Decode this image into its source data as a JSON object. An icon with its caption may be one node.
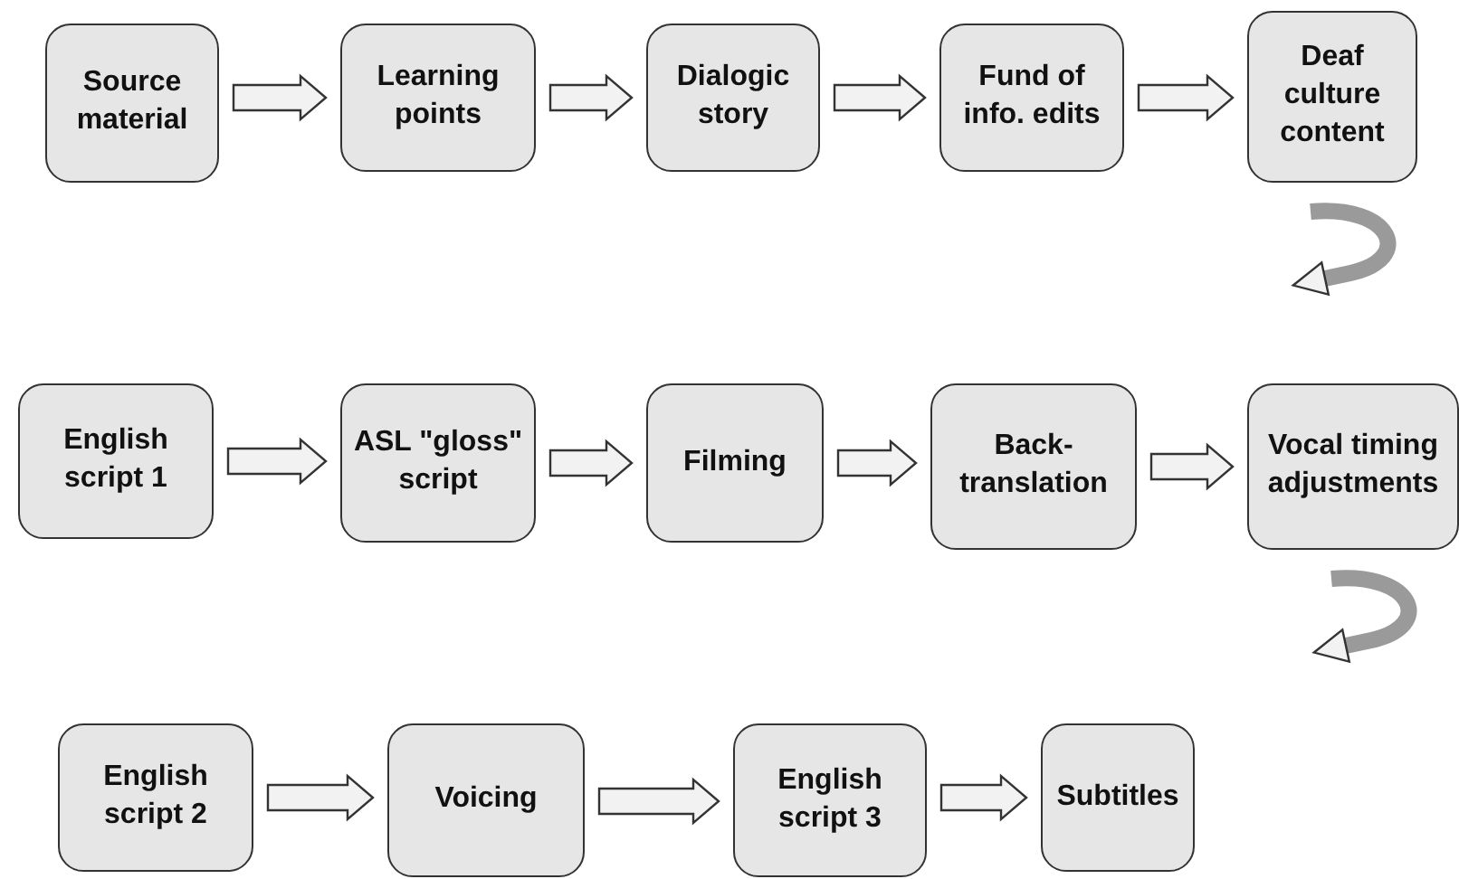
{
  "diagram": {
    "nodes": [
      {
        "text": [
          "Source material"
        ]
      },
      {
        "text": [
          "Learning points"
        ]
      },
      {
        "text": [
          "Dialogic story"
        ]
      },
      {
        "text": [
          "Fund of info. edits"
        ]
      },
      {
        "text": [
          "Deaf culture content"
        ]
      },
      {
        "text": [
          "English script 1"
        ]
      },
      {
        "text": [
          "ASL \"gloss\" script"
        ]
      },
      {
        "text": [
          "Filming"
        ]
      },
      {
        "text": [
          "Back-translation"
        ]
      },
      {
        "text": [
          "Vocal timing adjustments"
        ]
      },
      {
        "text": [
          "English script 2"
        ]
      },
      {
        "text": [
          "Voicing"
        ]
      },
      {
        "text": [
          "English script 3"
        ]
      },
      {
        "text": [
          "Subtitles"
        ]
      }
    ],
    "edges": [
      {
        "from": 0,
        "to": 1,
        "arrow": "to"
      },
      {
        "from": 1,
        "to": 2,
        "arrow": "to"
      },
      {
        "from": 2,
        "to": 3,
        "arrow": "to"
      },
      {
        "from": 3,
        "to": 4,
        "arrow": "to"
      },
      {
        "from": 4,
        "to": null,
        "arrow": "to"
      },
      {
        "from": 5,
        "to": 6,
        "arrow": "to"
      },
      {
        "from": 6,
        "to": 7,
        "arrow": "to"
      },
      {
        "from": 7,
        "to": 8,
        "arrow": "to"
      },
      {
        "from": 8,
        "to": 9,
        "arrow": "to"
      },
      {
        "from": 9,
        "to": null,
        "arrow": "to"
      },
      {
        "from": 10,
        "to": 11,
        "arrow": "to"
      },
      {
        "from": 11,
        "to": 12,
        "arrow": "to"
      },
      {
        "from": 12,
        "to": 13,
        "arrow": "to"
      }
    ]
  }
}
